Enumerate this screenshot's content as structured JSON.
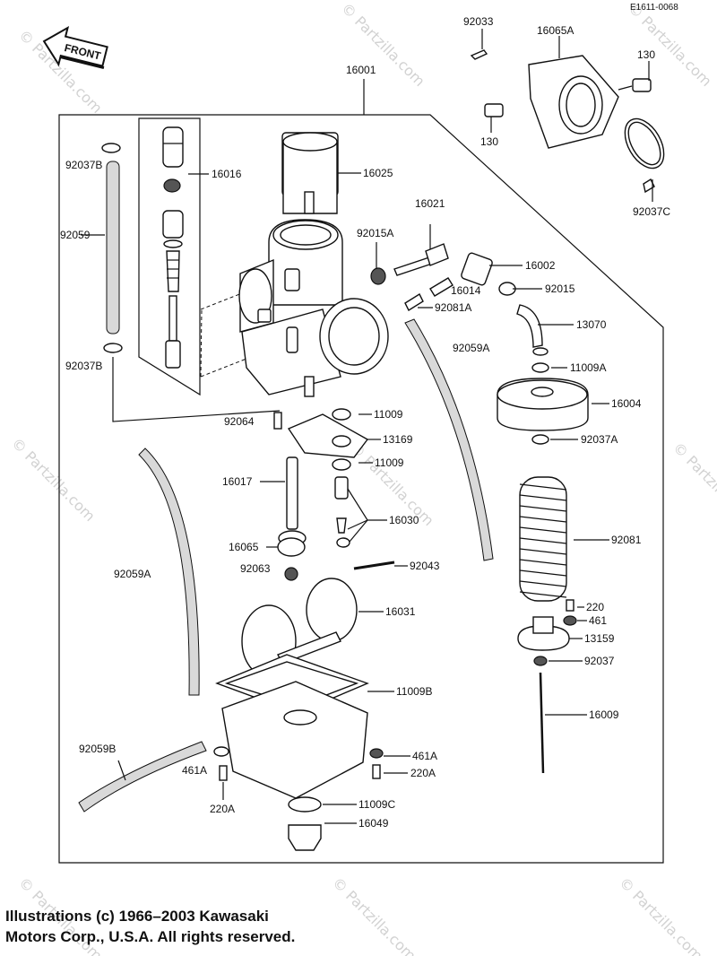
{
  "diagram_code": "E1611-0068",
  "front_label": "FRONT",
  "watermark": "© Partzilla.com",
  "copyright": {
    "line1": "Illustrations (c) 1966–2003 Kawasaki",
    "line2": "Motors Corp., U.S.A.  All rights reserved."
  },
  "part_labels": [
    {
      "id": "p92033",
      "text": "92033"
    },
    {
      "id": "p16065A",
      "text": "16065A"
    },
    {
      "id": "p130a",
      "text": "130"
    },
    {
      "id": "p130b",
      "text": "130"
    },
    {
      "id": "p92037C",
      "text": "92037C"
    },
    {
      "id": "p16001",
      "text": "16001"
    },
    {
      "id": "p92037B_top",
      "text": "92037B"
    },
    {
      "id": "p16016",
      "text": "16016"
    },
    {
      "id": "p16025",
      "text": "16025"
    },
    {
      "id": "p92059",
      "text": "92059"
    },
    {
      "id": "p16021",
      "text": "16021"
    },
    {
      "id": "p92015A",
      "text": "92015A"
    },
    {
      "id": "p16002",
      "text": "16002"
    },
    {
      "id": "p16014",
      "text": "16014"
    },
    {
      "id": "p92015",
      "text": "92015"
    },
    {
      "id": "p92081A",
      "text": "92081A"
    },
    {
      "id": "p13070",
      "text": "13070"
    },
    {
      "id": "p92037B_bot",
      "text": "92037B"
    },
    {
      "id": "p92059A_r",
      "text": "92059A"
    },
    {
      "id": "p11009A",
      "text": "11009A"
    },
    {
      "id": "p16004",
      "text": "16004"
    },
    {
      "id": "p92064",
      "text": "92064"
    },
    {
      "id": "p11009_top",
      "text": "11009"
    },
    {
      "id": "p13169",
      "text": "13169"
    },
    {
      "id": "p92037A",
      "text": "92037A"
    },
    {
      "id": "p11009_bot",
      "text": "11009"
    },
    {
      "id": "p16017",
      "text": "16017"
    },
    {
      "id": "p16030",
      "text": "16030"
    },
    {
      "id": "p16065",
      "text": "16065"
    },
    {
      "id": "p92081",
      "text": "92081"
    },
    {
      "id": "p92063",
      "text": "92063"
    },
    {
      "id": "p92043",
      "text": "92043"
    },
    {
      "id": "p92059A_l",
      "text": "92059A"
    },
    {
      "id": "p16031",
      "text": "16031"
    },
    {
      "id": "p220",
      "text": "220"
    },
    {
      "id": "p461",
      "text": "461"
    },
    {
      "id": "p13159",
      "text": "13159"
    },
    {
      "id": "p92037",
      "text": "92037"
    },
    {
      "id": "p11009B",
      "text": "11009B"
    },
    {
      "id": "p16009",
      "text": "16009"
    },
    {
      "id": "p92059B",
      "text": "92059B"
    },
    {
      "id": "p461A_l",
      "text": "461A"
    },
    {
      "id": "p461A_r",
      "text": "461A"
    },
    {
      "id": "p220A_r",
      "text": "220A"
    },
    {
      "id": "p220A_l",
      "text": "220A"
    },
    {
      "id": "p11009C",
      "text": "11009C"
    },
    {
      "id": "p16049",
      "text": "16049"
    }
  ]
}
